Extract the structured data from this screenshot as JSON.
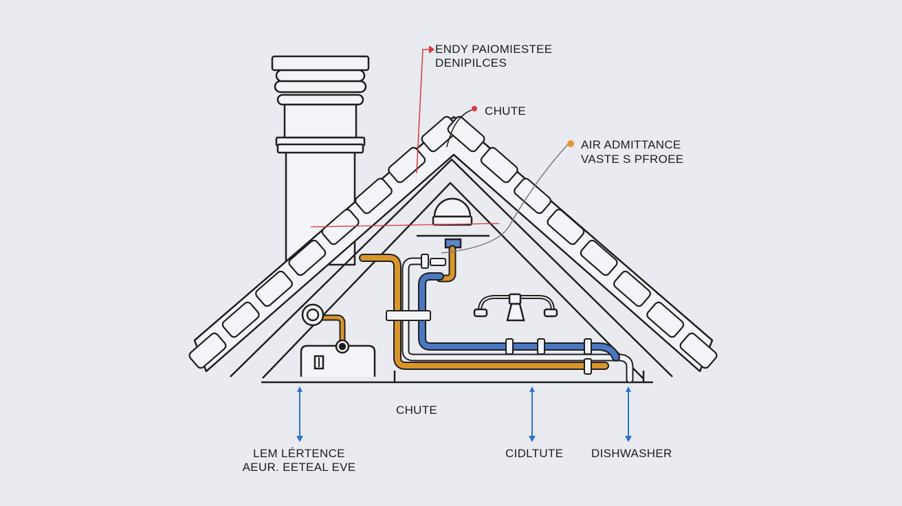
{
  "labels": {
    "top_line1": "ENDY PAIOMIESTEE",
    "top_line2": "DENIPILCES",
    "chute_top": "CHUTE",
    "air_line1": "AIR ADMITTANCE",
    "air_line2": "VASTE S PFROEE",
    "chute_bottom": "CHUTE",
    "left_line1": "LEM LÉRTENCE",
    "left_line2": "AEUR. EETEAL EVE",
    "middle_bottom": "CIDLTUTE",
    "right_bottom": "DISHWASHER"
  },
  "colors": {
    "background": "#e9ebf0",
    "outline": "#1f1f1f",
    "red_callout": "#d9363e",
    "orange_callout": "#e39a2d",
    "orange_pipe": "#d9952c",
    "blue_pipe": "#4a78c4",
    "blue_arrow": "#2f6fd0"
  },
  "icons": [
    "chimney-stack",
    "roof-tiles",
    "vent-dome",
    "faucet-icon",
    "water-heater",
    "pipe-clamp"
  ]
}
